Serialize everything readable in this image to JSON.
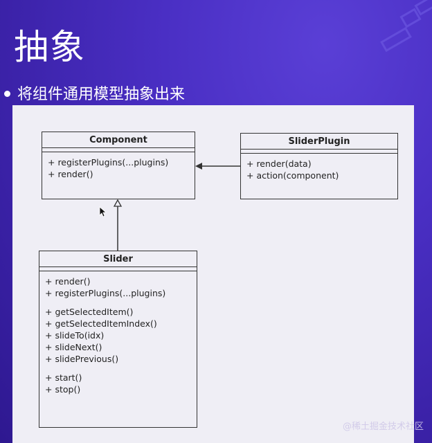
{
  "slide": {
    "title": "抽象",
    "bullet": "将组件通用模型抽象出来"
  },
  "uml": {
    "component": {
      "name": "Component",
      "method_groups": [
        [
          "+ registerPlugins(...plugins)",
          "+ render()"
        ]
      ]
    },
    "slider_plugin": {
      "name": "SliderPlugin",
      "method_groups": [
        [
          "+ render(data)",
          "+ action(component)"
        ]
      ]
    },
    "slider": {
      "name": "Slider",
      "method_groups": [
        [
          "+ render()",
          "+ registerPlugins(...plugins)"
        ],
        [
          "+ getSelectedItem()",
          "+ getSelectedItemIndex()",
          "+ slideTo(idx)",
          "+ slideNext()",
          "+ slidePrevious()"
        ],
        [
          "+ start()",
          "+ stop()"
        ]
      ]
    }
  },
  "watermark": "@稀土掘金技术社区",
  "colors": {
    "background": "#4a2fc4",
    "panel": "#efeef5",
    "line": "#333333"
  }
}
